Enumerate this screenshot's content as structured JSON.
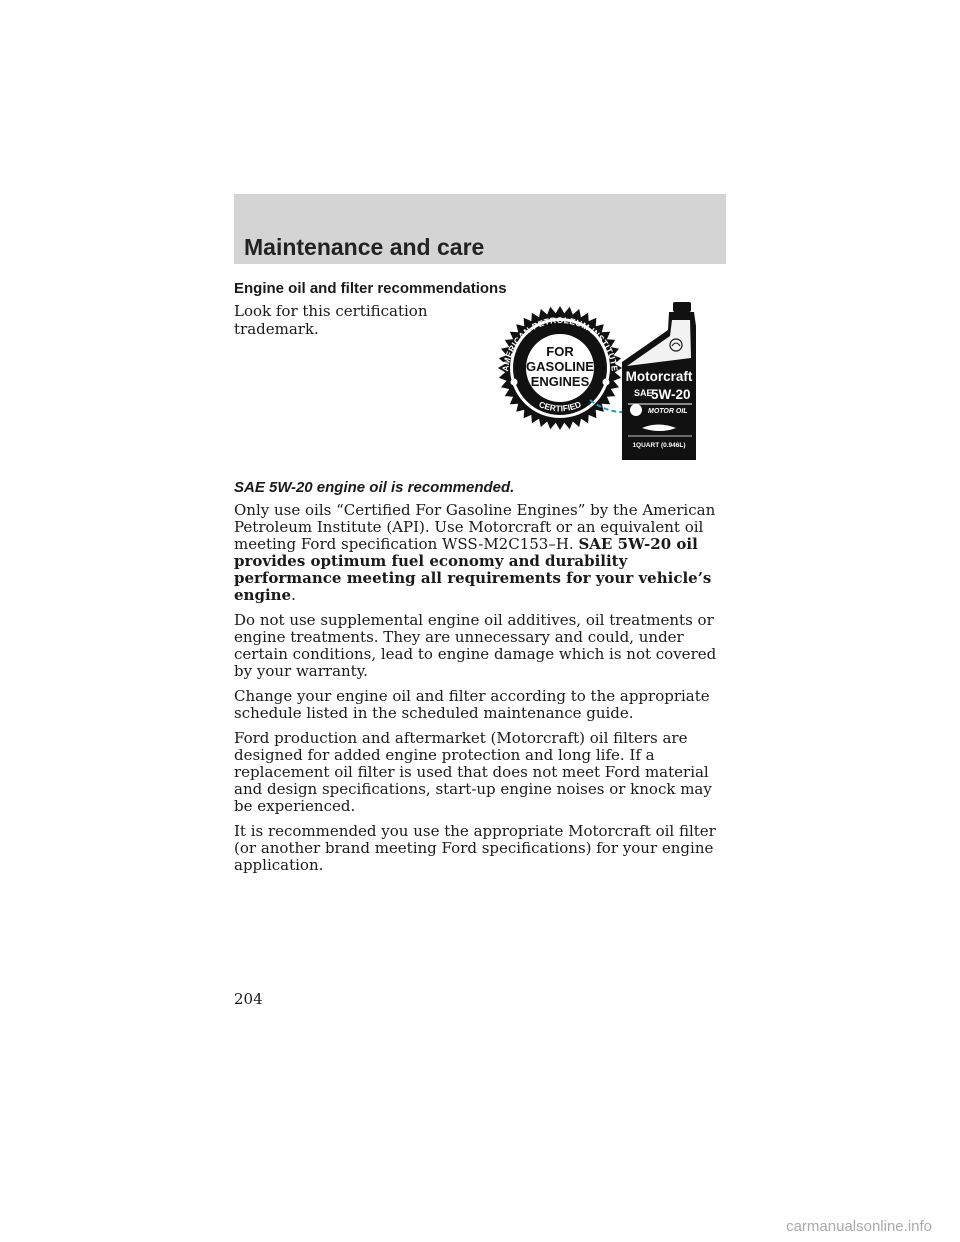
{
  "header": {
    "title": "Maintenance and care"
  },
  "section": {
    "title": "Engine oil and filter recommendations",
    "intro": "Look for this certification trademark."
  },
  "figure": {
    "seal_text": [
      "FOR",
      "GASOLINE",
      "ENGINES"
    ],
    "seal_ring_top": "AMERICAN PETROLEUM INSTITUTE",
    "seal_ring_bottom": "CERTIFIED",
    "bottle_brand": "Motorcraft",
    "bottle_sae": "SAE",
    "bottle_grade": "5W-20",
    "bottle_type": "MOTOR OIL",
    "bottle_volume": "1QUART (0.946L)"
  },
  "recommendation": "SAE 5W-20 engine oil is recommended.",
  "paragraphs": {
    "p1_text": "Only use oils “Certified For Gasoline Engines” by the American Petroleum Institute (API). Use Motorcraft or an equivalent oil meeting Ford specification WSS-M2C153–H. ",
    "p1_bold": "SAE 5W-20 oil provides optimum fuel economy and durability performance meeting all requirements for your vehicle’s engine",
    "p1_end": ".",
    "p2": "Do not use supplemental engine oil additives, oil treatments or engine treatments. They are unnecessary and could, under certain conditions, lead to engine damage which is not covered by your warranty.",
    "p3": "Change your engine oil and filter according to the appropriate schedule listed in the scheduled maintenance guide.",
    "p4": "Ford production and aftermarket (Motorcraft) oil filters are designed for added engine protection and long life. If a replacement oil filter is used that does not meet Ford material and design specifications, start-up engine noises or knock may be experienced.",
    "p5": "It is recommended you use the appropriate Motorcraft oil filter (or another brand meeting Ford specifications) for your engine application."
  },
  "page_number": "204",
  "watermark": "carmanualsonline.info"
}
